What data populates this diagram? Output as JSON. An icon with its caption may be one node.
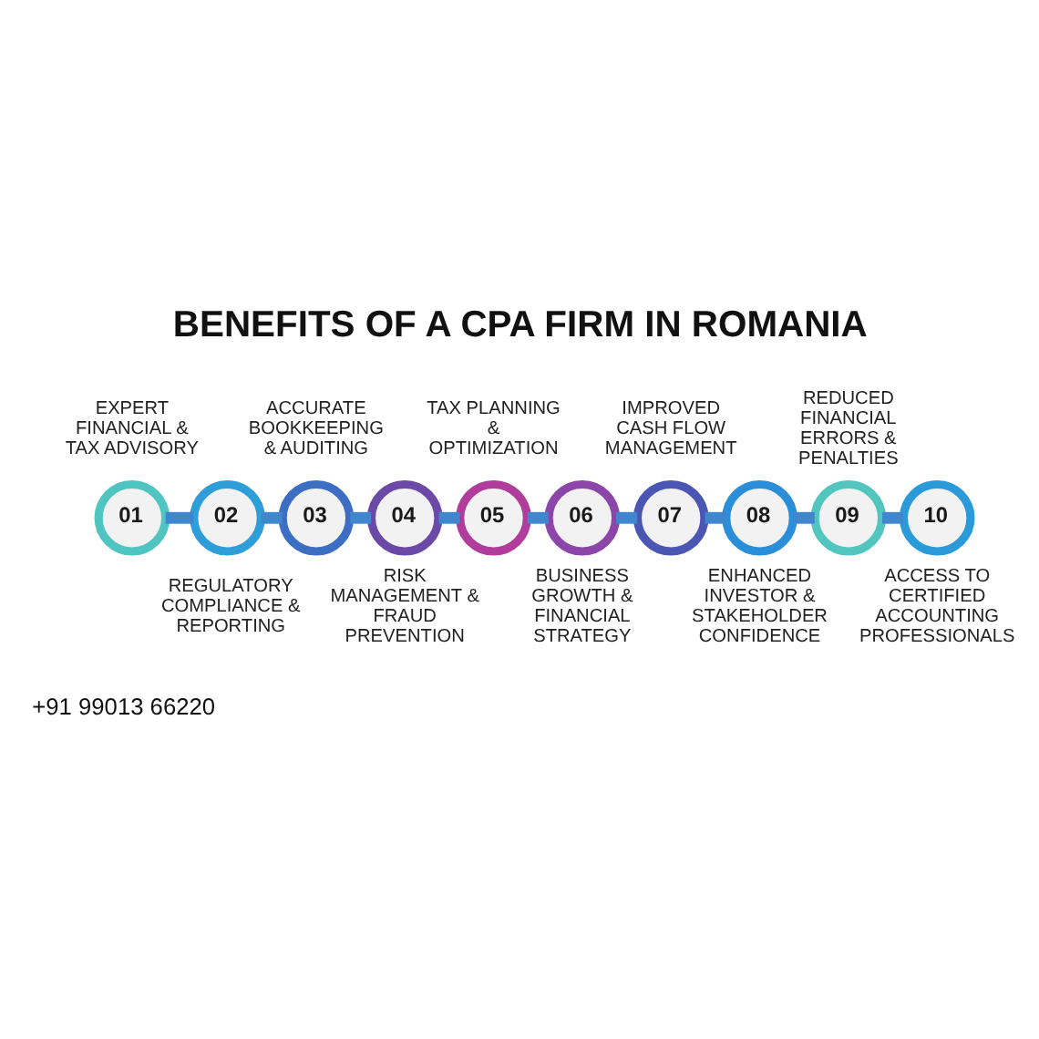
{
  "diagram": {
    "title": "BENEFITS OF A CPA FIRM IN ROMANIA",
    "nodes": [
      {
        "text": [
          "01"
        ],
        "beside": [
          "EXPERT FINANCIAL & TAX ADVISORY"
        ]
      },
      {
        "text": [
          "02"
        ],
        "beside": [
          "REGULATORY COMPLIANCE & REPORTING"
        ]
      },
      {
        "text": [
          "03"
        ],
        "beside": [
          "ACCURATE BOOKKEEPING & AUDITING"
        ]
      },
      {
        "text": [
          "04"
        ],
        "beside": [
          "RISK MANAGEMENT & FRAUD PREVENTION"
        ]
      },
      {
        "text": [
          "05"
        ],
        "beside": [
          "TAX PLANNING & OPTIMIZATION"
        ]
      },
      {
        "text": [
          "06"
        ],
        "beside": [
          "BUSINESS GROWTH & FINANCIAL STRATEGY"
        ]
      },
      {
        "text": [
          "07"
        ],
        "beside": [
          "IMPROVED CASH FLOW MANAGEMENT"
        ]
      },
      {
        "text": [
          "08"
        ],
        "beside": [
          "ENHANCED INVESTOR & STAKEHOLDER CONFIDENCE"
        ]
      },
      {
        "text": [
          "09"
        ],
        "beside": [
          "REDUCED FINANCIAL ERRORS & PENALTIES"
        ]
      },
      {
        "text": [
          "10"
        ],
        "beside": [
          "ACCESS TO CERTIFIED ACCOUNTING PROFESSIONALS"
        ]
      }
    ],
    "edges": [
      {
        "from": 0,
        "to": 1,
        "arrow": "none"
      },
      {
        "from": 1,
        "to": 2,
        "arrow": "none"
      },
      {
        "from": 2,
        "to": 3,
        "arrow": "none"
      },
      {
        "from": 3,
        "to": 4,
        "arrow": "none"
      },
      {
        "from": 4,
        "to": 5,
        "arrow": "none"
      },
      {
        "from": 5,
        "to": 6,
        "arrow": "none"
      },
      {
        "from": 6,
        "to": 7,
        "arrow": "none"
      },
      {
        "from": 7,
        "to": 8,
        "arrow": "none"
      },
      {
        "from": 8,
        "to": 9,
        "arrow": "none"
      }
    ],
    "labels": [
      "+91 99013 66220"
    ]
  }
}
